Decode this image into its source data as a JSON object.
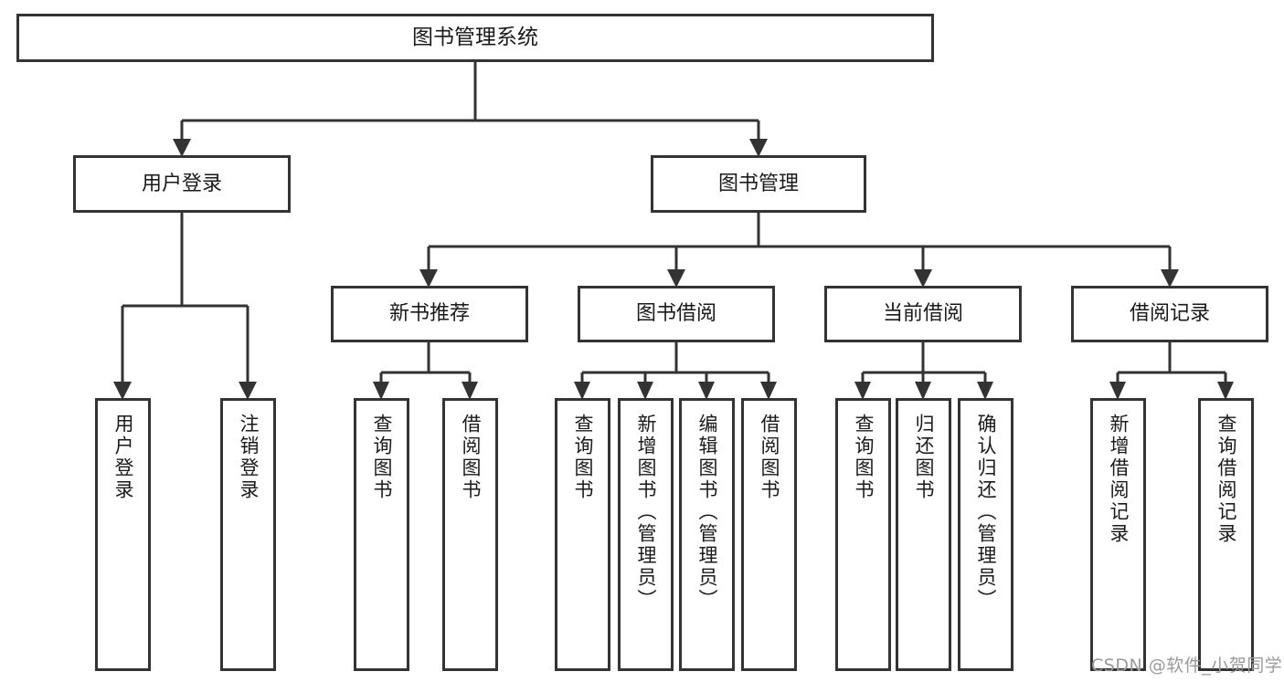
{
  "diagram": {
    "title_node": {
      "label": "图书管理系统"
    },
    "level2": [
      {
        "id": "user-login",
        "label": "用户登录"
      },
      {
        "id": "book-management",
        "label": "图书管理"
      }
    ],
    "level3": [
      {
        "id": "new-book-recommend",
        "label": "新书推荐"
      },
      {
        "id": "book-borrow",
        "label": "图书借阅"
      },
      {
        "id": "current-borrow",
        "label": "当前借阅"
      },
      {
        "id": "borrow-record",
        "label": "借阅记录"
      }
    ],
    "leaves": [
      {
        "id": "leaf-user-login",
        "label": "用户登录",
        "parent": "user-login"
      },
      {
        "id": "leaf-logout-login",
        "label": "注销登录",
        "parent": "user-login"
      },
      {
        "id": "leaf-query-book-1",
        "label": "查询图书",
        "parent": "new-book-recommend"
      },
      {
        "id": "leaf-borrow-book-1",
        "label": "借阅图书",
        "parent": "new-book-recommend"
      },
      {
        "id": "leaf-query-book-2",
        "label": "查询图书",
        "parent": "book-borrow"
      },
      {
        "id": "leaf-add-book",
        "label": "新增图书（管理员）",
        "parent": "book-borrow"
      },
      {
        "id": "leaf-edit-book",
        "label": "编辑图书（管理员）",
        "parent": "book-borrow"
      },
      {
        "id": "leaf-borrow-book-2",
        "label": "借阅图书",
        "parent": "book-borrow"
      },
      {
        "id": "leaf-query-book-3",
        "label": "查询图书",
        "parent": "current-borrow"
      },
      {
        "id": "leaf-return-book",
        "label": "归还图书",
        "parent": "current-borrow"
      },
      {
        "id": "leaf-confirm-return",
        "label": "确认归还（管理员）",
        "parent": "current-borrow"
      },
      {
        "id": "leaf-add-borrow-record",
        "label": "新增借阅记录",
        "parent": "borrow-record"
      },
      {
        "id": "leaf-query-borrow-record",
        "label": "查询借阅记录",
        "parent": "borrow-record"
      }
    ],
    "watermark": "CSDN @软件_小贺同学",
    "colors": {
      "box_border": "#333333",
      "box_fill": "#ffffff",
      "text": "#1a1a1a",
      "connector": "#333333",
      "watermark": "#9a9a9a",
      "background": "#ffffff"
    }
  }
}
